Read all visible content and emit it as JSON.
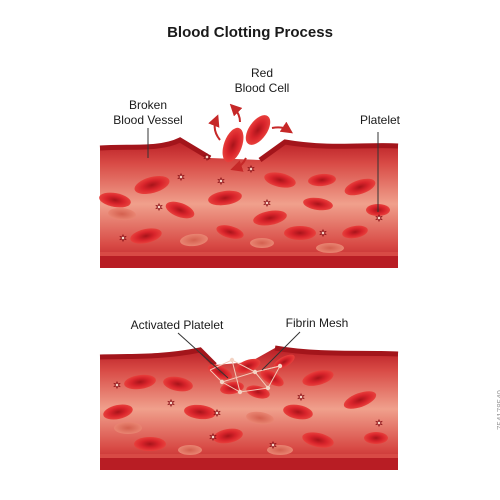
{
  "title": "Blood Clotting Process",
  "labels": {
    "broken_vessel_line1": "Broken",
    "broken_vessel_line2": "Blood Vessel",
    "red_blood_cell_line1": "Red",
    "red_blood_cell_line2": "Blood Cell",
    "platelet": "Platelet",
    "activated_platelet": "Activated Platelet",
    "fibrin_mesh": "Fibrin Mesh"
  },
  "watermark": "754178540",
  "colors": {
    "vessel_wall": "#b81d24",
    "vessel_inner": "#e8776b",
    "red_cell": "#d9242b",
    "red_cell_center": "#a8141a",
    "platelet": "#8a1016",
    "arrow": "#c62828"
  }
}
